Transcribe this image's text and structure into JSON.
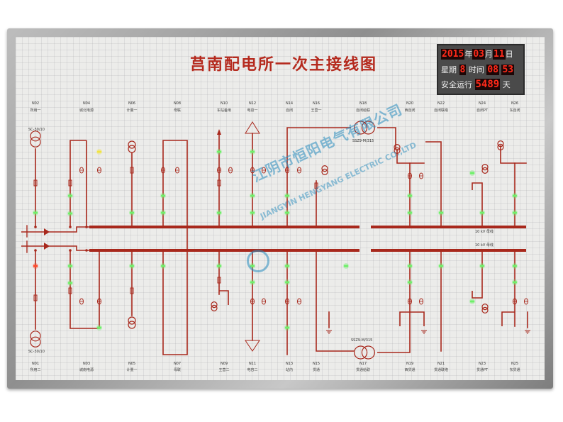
{
  "title": "莒南配电所一次主接线图",
  "clock": {
    "date_year": "2015",
    "date_year_unit": "年",
    "date_month": "03",
    "date_month_unit": "月",
    "date_day": "11",
    "date_day_unit": "日",
    "weekday_label": "星期",
    "weekday_value": "8",
    "time_label": "时间",
    "time_hour": "08",
    "time_minute": "53",
    "safe_label": "安全运行",
    "safe_days": "5489",
    "safe_unit": "天"
  },
  "feeders_top": [
    {
      "code": "N02",
      "name": "所用一"
    },
    {
      "code": "N04",
      "name": "城北电源"
    },
    {
      "code": "N06",
      "name": "计量一"
    },
    {
      "code": "N08",
      "name": "母联"
    },
    {
      "code": "N10",
      "name": "车站备用"
    },
    {
      "code": "N12",
      "name": "电容一"
    },
    {
      "code": "N14",
      "name": "自闭"
    },
    {
      "code": "N16",
      "name": "王营一"
    },
    {
      "code": "N18",
      "name": "自闭给联"
    },
    {
      "code": "N20",
      "name": "西自闭"
    },
    {
      "code": "N22",
      "name": "自闭联络"
    },
    {
      "code": "N24",
      "name": "自闭PT"
    },
    {
      "code": "N26",
      "name": "东自闭"
    }
  ],
  "feeders_bottom": [
    {
      "code": "N01",
      "name": "所用二"
    },
    {
      "code": "N03",
      "name": "城南电源"
    },
    {
      "code": "N05",
      "name": "计量一"
    },
    {
      "code": "N07",
      "name": "母联"
    },
    {
      "code": "N09",
      "name": "王营二"
    },
    {
      "code": "N11",
      "name": "电容二"
    },
    {
      "code": "N13",
      "name": "站内"
    },
    {
      "code": "N15",
      "name": "贯通"
    },
    {
      "code": "N17",
      "name": "贯通给联"
    },
    {
      "code": "N19",
      "name": "西贯通"
    },
    {
      "code": "N21",
      "name": "贯通联络"
    },
    {
      "code": "N23",
      "name": "贯通PT"
    },
    {
      "code": "N25",
      "name": "东贯通"
    }
  ],
  "transformers": {
    "top_left": "SC-30/10",
    "bottom_left": "SC-30/10",
    "top_mid": "SSZ9-M/315",
    "bottom_mid": "SSZ9-M/315"
  },
  "bus_labels": {
    "top": "10 kV 母线",
    "bottom": "10 kV 母线"
  },
  "watermark": {
    "cn": "江阴市恒阳电气有限公司",
    "en": "JIANGYIN HENGYANG ELECTRIC CO.,LTD"
  },
  "colors": {
    "line": "#a8281c",
    "indicator_on": "#6ff06a",
    "indicator_warn": "#f1e340",
    "indicator_red": "#ff4a2a"
  }
}
